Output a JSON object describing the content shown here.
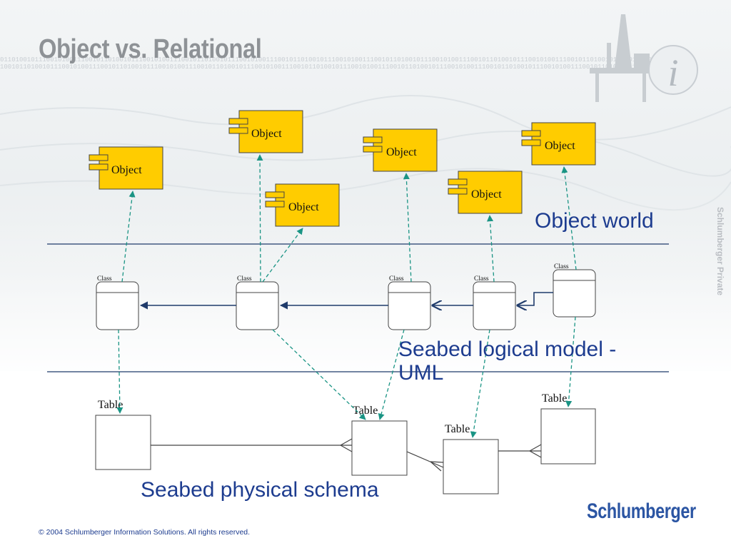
{
  "slide": {
    "title": "Object vs. Relational",
    "side_label": "Schlumberger Private",
    "logo_text": "Schlumberger",
    "copyright": "© 2004 Schlumberger Information Solutions. All rights reserved."
  },
  "diagram": {
    "regions": {
      "object_world": "Object world",
      "logical_model": "Seabed logical model - UML",
      "physical_schema": "Seabed physical schema"
    },
    "object_label": "Object",
    "class_label": "Class",
    "table_label": "Table",
    "colors": {
      "object_fill": "#ffcc00",
      "connector": "#1a9484",
      "divider": "#1f3b6b",
      "label": "#1d3c8f"
    }
  }
}
